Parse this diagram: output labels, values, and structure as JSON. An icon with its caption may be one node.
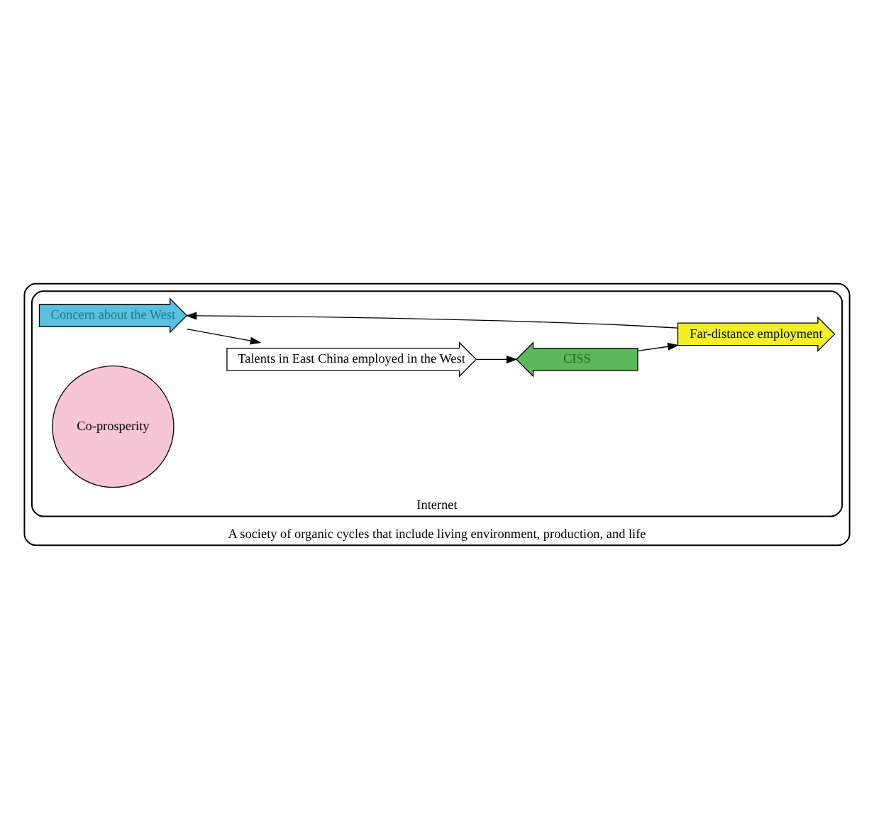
{
  "diagram": {
    "nodes": [
      {
        "text": [
          "A society of organic cycles that include living environment, production, and life"
        ]
      },
      {
        "text": [
          "Internet"
        ],
        "in": 0
      },
      {
        "text": [
          "Concern about the West"
        ],
        "in": 1
      },
      {
        "text": [
          "Talents in East China employed in the West"
        ],
        "in": 1
      },
      {
        "text": [
          "CISS"
        ],
        "in": 1
      },
      {
        "text": [
          "Far-distance employment"
        ],
        "in": 1
      },
      {
        "text": [
          "Co-prosperity"
        ],
        "in": 1
      }
    ],
    "edges": [
      {
        "from": 2,
        "to": 3,
        "arrow": "to"
      },
      {
        "from": 3,
        "to": 4,
        "arrow": "to"
      },
      {
        "from": 4,
        "to": 5,
        "arrow": "to"
      },
      {
        "from": 5,
        "to": 2,
        "arrow": "to"
      }
    ]
  }
}
